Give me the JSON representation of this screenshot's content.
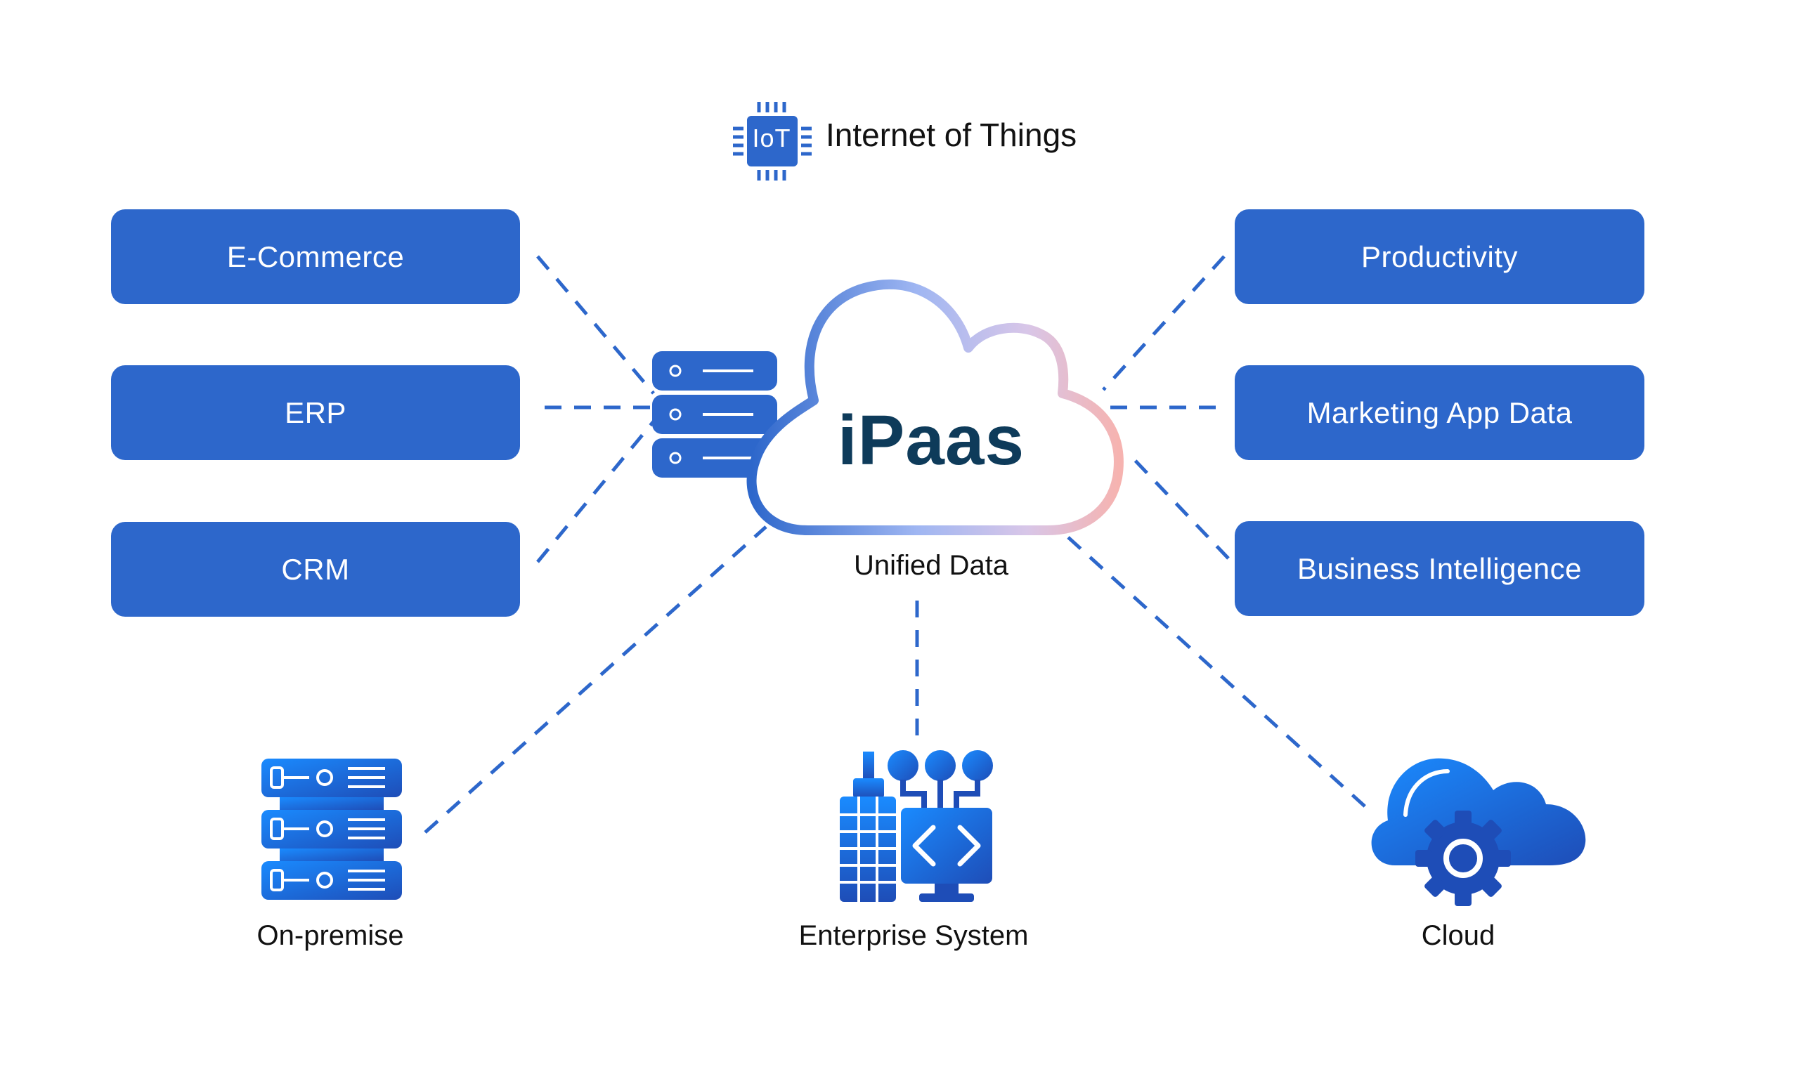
{
  "iot": {
    "label": "Internet of Things",
    "chip_text": "IoT",
    "icon": "iot-chip-icon"
  },
  "hub": {
    "title": "iPaas",
    "subtitle": "Unified Data",
    "icon": "cloud-outline-icon"
  },
  "left_systems": [
    {
      "label": "E-Commerce"
    },
    {
      "label": "ERP"
    },
    {
      "label": "CRM"
    }
  ],
  "right_systems": [
    {
      "label": "Productivity"
    },
    {
      "label": "Marketing App Data"
    },
    {
      "label": "Business Intelligence"
    }
  ],
  "bottom_systems": [
    {
      "label": "On-premise",
      "icon": "server-rack-icon"
    },
    {
      "label": "Enterprise System",
      "icon": "enterprise-system-icon"
    },
    {
      "label": "Cloud",
      "icon": "cloud-gear-icon"
    }
  ],
  "colors": {
    "primary_blue": "#2D67CB",
    "hub_text": "#0E3B5A",
    "gradient_blue": "#1A8BFF",
    "gradient_dark": "#1E4DB7",
    "connector": "#2D67CB"
  }
}
